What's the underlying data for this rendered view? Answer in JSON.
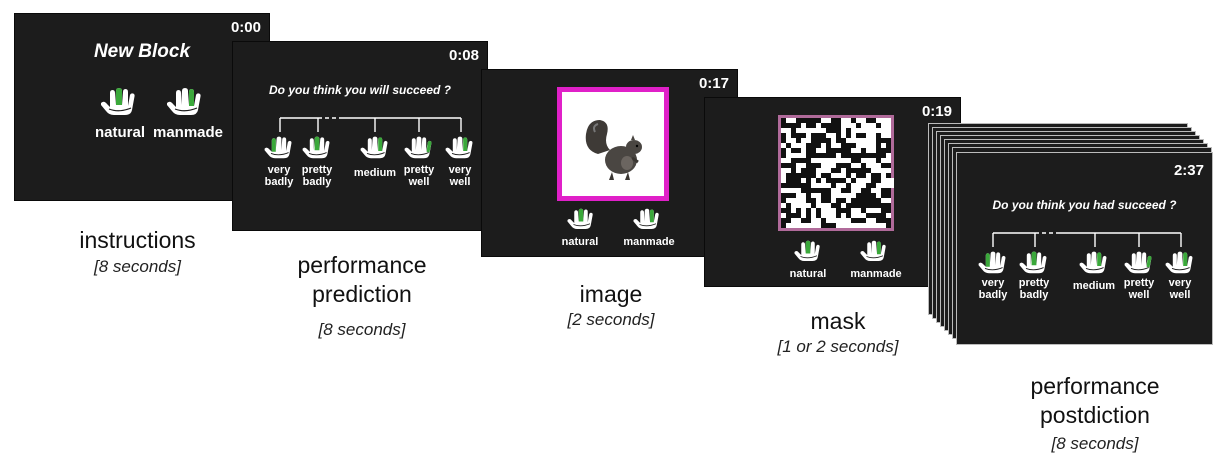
{
  "instructions": {
    "timer": "0:00",
    "heading": "New Block",
    "choices": [
      "natural",
      "manmade"
    ],
    "caption": "instructions",
    "duration": "[8 seconds]"
  },
  "prediction": {
    "timer": "0:08",
    "question": "Do you think you will succeed ?",
    "options": [
      [
        "very",
        "badly"
      ],
      [
        "pretty",
        "badly"
      ],
      [
        "medium"
      ],
      [
        "pretty",
        "well"
      ],
      [
        "very",
        "well"
      ]
    ],
    "caption": [
      "performance",
      "prediction"
    ],
    "duration": "[8 seconds]"
  },
  "image": {
    "timer": "0:17",
    "choices": [
      "natural",
      "manmade"
    ],
    "caption": "image",
    "duration": "[2 seconds]",
    "frame_color": "#e020c8"
  },
  "mask": {
    "timer": "0:19",
    "choices": [
      "natural",
      "manmade"
    ],
    "caption": "mask",
    "duration": "[1 or 2 seconds]"
  },
  "postdiction": {
    "timer": "2:37",
    "question": "Do you think you had succeed ?",
    "options": [
      [
        "very",
        "badly"
      ],
      [
        "pretty",
        "badly"
      ],
      [
        "medium"
      ],
      [
        "pretty",
        "well"
      ],
      [
        "very",
        "well"
      ]
    ],
    "caption": [
      "performance",
      "postdiction"
    ],
    "duration": "[8 seconds]"
  },
  "colors": {
    "screen": "#1c1c1c",
    "finger_highlight": "#3aa83a",
    "hand": "#ffffff"
  },
  "icons": {
    "hand": "hand-icon",
    "squirrel": "squirrel-icon"
  }
}
